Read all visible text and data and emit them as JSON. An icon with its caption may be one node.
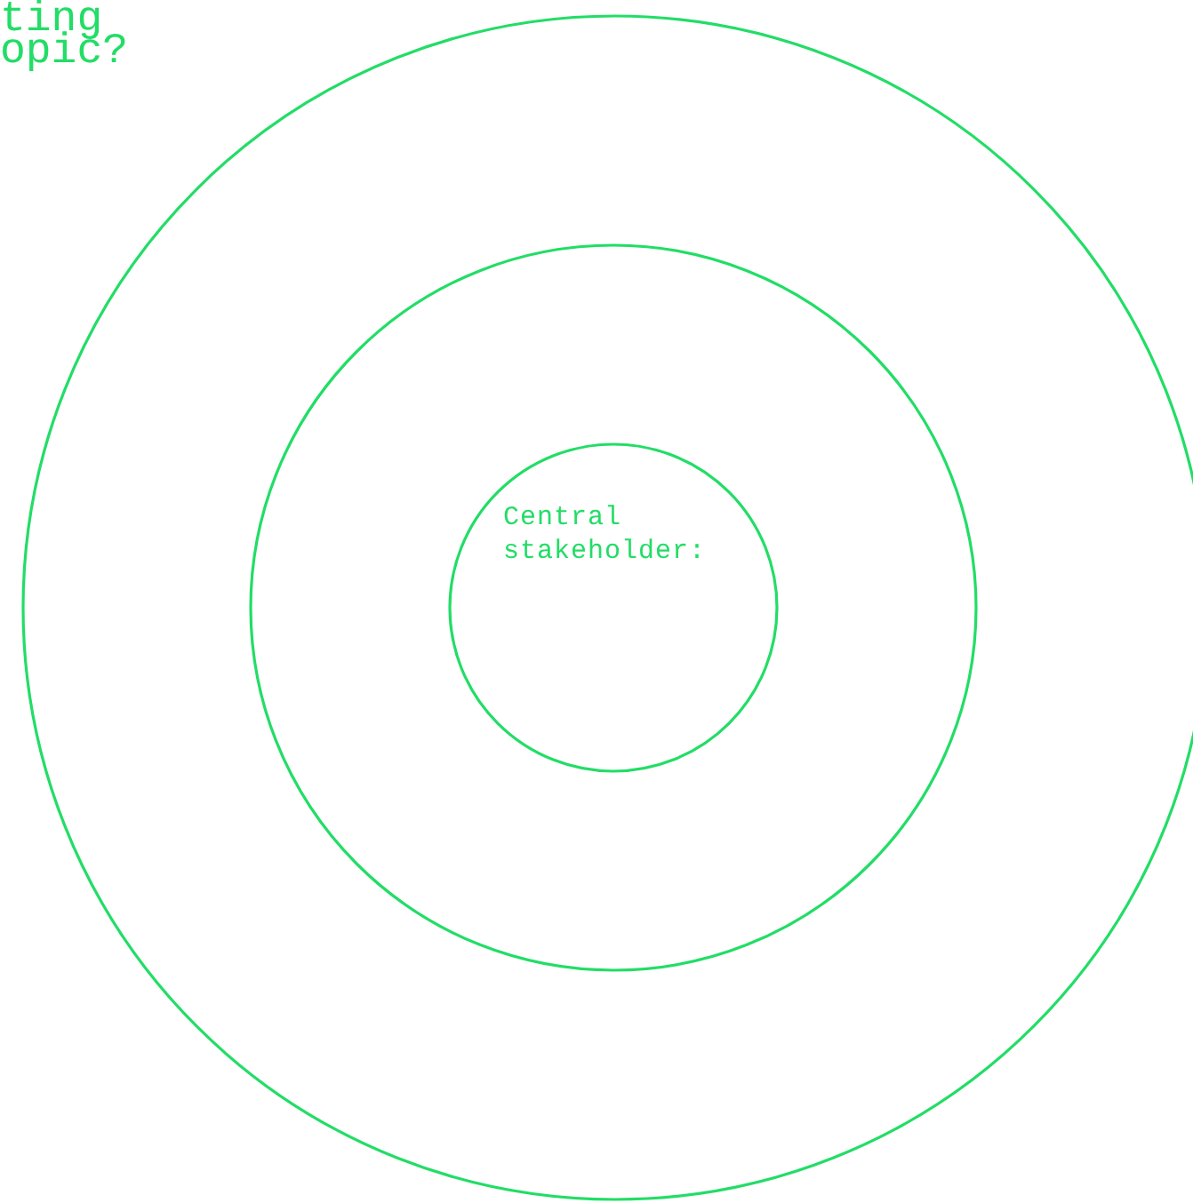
{
  "diagram": {
    "nodes": [
      {
        "text": [],
        "shape": "circle"
      },
      {
        "text": [],
        "shape": "circle",
        "in": 0
      },
      {
        "text": [
          "Central stakeholder:"
        ],
        "in": 1
      }
    ],
    "labels": [
      "ting",
      "opic?"
    ]
  }
}
